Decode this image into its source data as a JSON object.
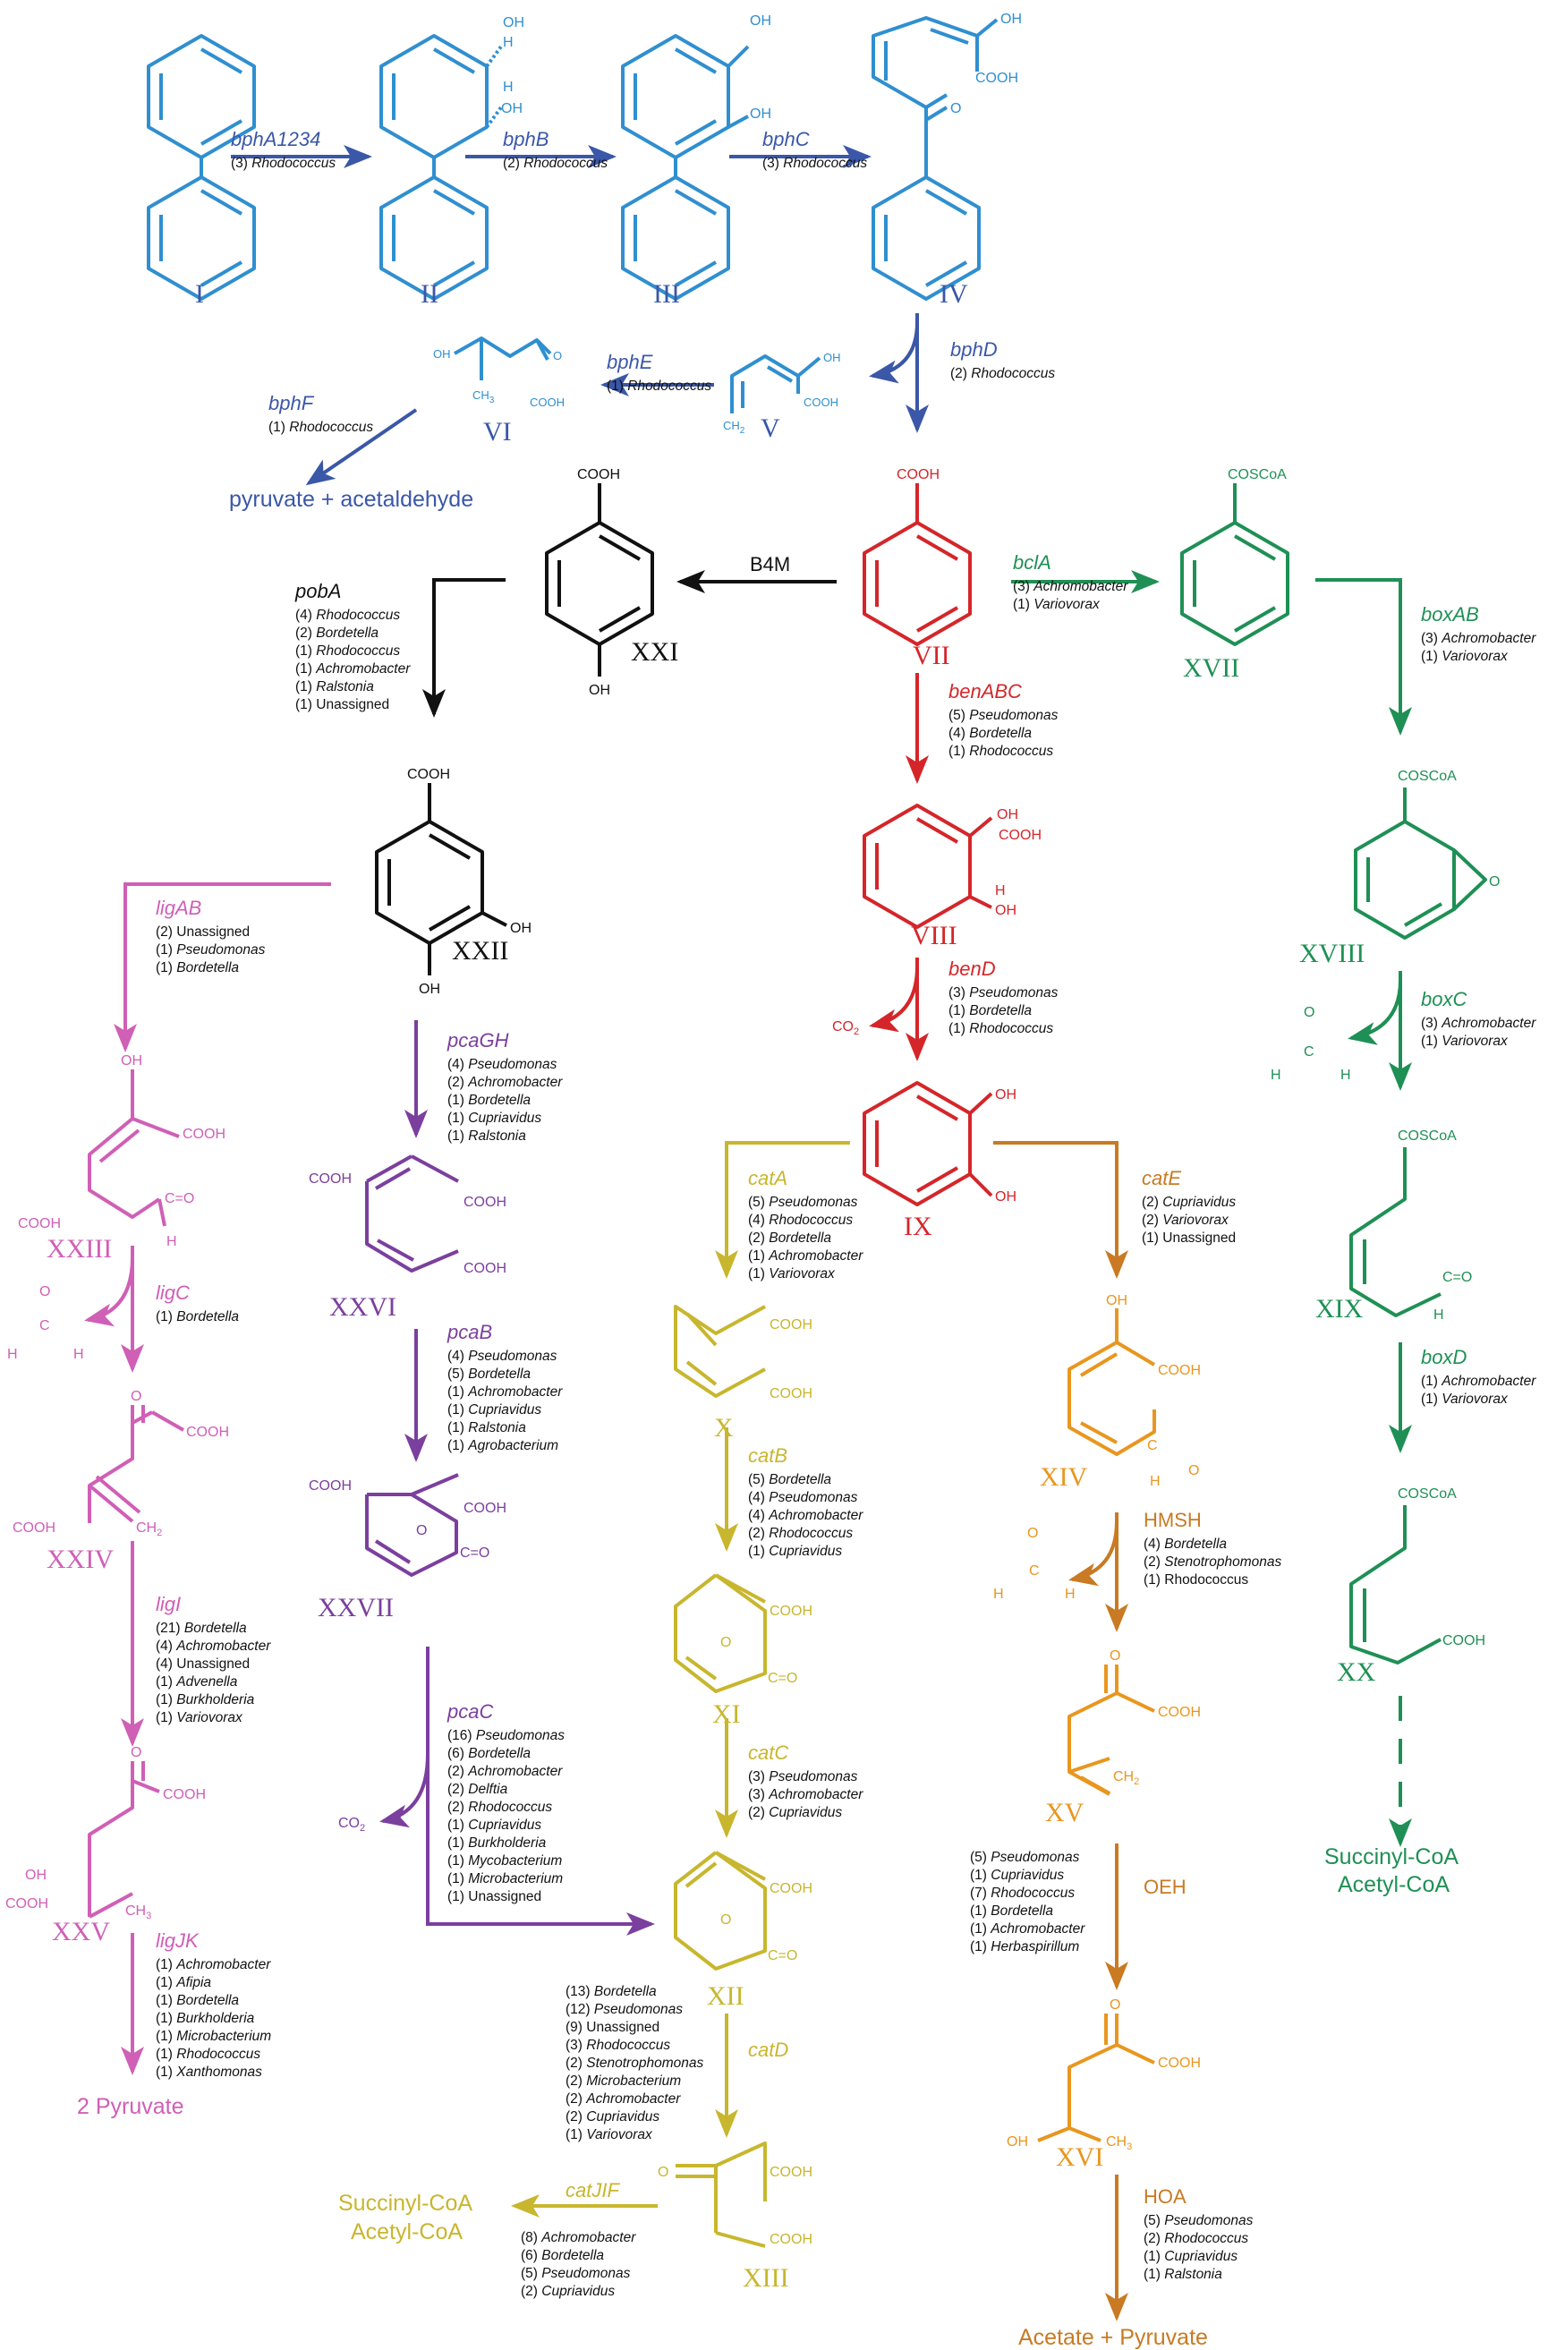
{
  "colors": {
    "blue": "#2f8fd0",
    "navy": "#3a57a8",
    "red": "#d4262a",
    "black": "#111111",
    "green": "#1f9055",
    "magenta": "#d05fb6",
    "purple": "#7b3f9e",
    "yellow": "#c8b62e",
    "orange": "#e9961f",
    "brown": "#c97a22"
  },
  "compounds": {
    "I": "I",
    "II": "II",
    "III": "III",
    "IV": "IV",
    "V": "V",
    "VI": "VI",
    "VII": "VII",
    "VIII": "VIII",
    "IX": "IX",
    "X": "X",
    "XI": "XI",
    "XII": "XII",
    "XIII": "XIII",
    "XIV": "XIV",
    "XV": "XV",
    "XVI": "XVI",
    "XVII": "XVII",
    "XVIII": "XVIII",
    "XIX": "XIX",
    "XX": "XX",
    "XXI": "XXI",
    "XXII": "XXII",
    "XXIII": "XXIII",
    "XXIV": "XXIV",
    "XXV": "XXV",
    "XXVI": "XXVI",
    "XXVII": "XXVII"
  },
  "groups": {
    "oh": "OH",
    "h": "H",
    "o": "O",
    "cooh": "COOH",
    "ch3": "CH",
    "ch2": "CH",
    "sub3": "3",
    "sub2": "2",
    "coscoa": "COSCoA",
    "co2": "CO",
    "ceq": "C",
    "coeq": "C=O"
  },
  "products": {
    "pyr_acet": "pyruvate + acetaldehyde",
    "succ_green_1": "Succinyl-CoA",
    "succ_green_2": "Acetyl-CoA",
    "two_pyruvate": "2 Pyruvate",
    "succ_yellow_1": "Succinyl-CoA",
    "succ_yellow_2": "Acetyl-CoA",
    "acetate_pyruvate": "Acetate + Pyruvate"
  },
  "reactions": {
    "bphA": {
      "gene": "bphA1234",
      "orgs": [
        [
          "(3) ",
          "Rhodococcus"
        ]
      ]
    },
    "bphB": {
      "gene": "bphB",
      "orgs": [
        [
          "(2) ",
          "Rhodococcus"
        ]
      ]
    },
    "bphC": {
      "gene": "bphC",
      "orgs": [
        [
          "(3) ",
          "Rhodococcus"
        ]
      ]
    },
    "bphD": {
      "gene": "bphD",
      "orgs": [
        [
          "(2) ",
          "Rhodococcus"
        ]
      ]
    },
    "bphE": {
      "gene": "bphE",
      "orgs": [
        [
          "(1) ",
          "Rhodococcus"
        ]
      ]
    },
    "bphF": {
      "gene": "bphF",
      "orgs": [
        [
          "(1) ",
          "Rhodococcus"
        ]
      ]
    },
    "b4m": {
      "gene": "B4M",
      "orgs": []
    },
    "bclA": {
      "gene": "bclA",
      "orgs": [
        [
          "(3) ",
          "Achromobacter"
        ],
        [
          "(1) ",
          "Variovorax"
        ]
      ]
    },
    "pobA": {
      "gene": "pobA",
      "orgs": [
        [
          "(4) ",
          "Rhodococcus"
        ],
        [
          "(2) ",
          "Bordetella"
        ],
        [
          "(1) ",
          "Rhodococcus"
        ],
        [
          "(1) ",
          "Achromobacter"
        ],
        [
          "(1) ",
          "Ralstonia"
        ],
        [
          "(1) Unassigned",
          ""
        ]
      ]
    },
    "benABC": {
      "gene": "benABC",
      "orgs": [
        [
          "(5) ",
          "Pseudomonas"
        ],
        [
          "(4) ",
          "Bordetella"
        ],
        [
          "(1) ",
          "Rhodococcus"
        ]
      ]
    },
    "boxAB": {
      "gene": "boxAB",
      "orgs": [
        [
          "(3) ",
          "Achromobacter"
        ],
        [
          "(1) ",
          "Variovorax"
        ]
      ]
    },
    "ligAB": {
      "gene": "ligAB",
      "orgs": [
        [
          "(2) Unassigned",
          ""
        ],
        [
          "(1) ",
          "Pseudomonas"
        ],
        [
          "(1) ",
          "Bordetella"
        ]
      ]
    },
    "benD": {
      "gene": "benD",
      "orgs": [
        [
          "(3) ",
          "Pseudomonas"
        ],
        [
          "(1) ",
          "Bordetella"
        ],
        [
          "(1) ",
          "Rhodococcus"
        ]
      ]
    },
    "boxC": {
      "gene": "boxC",
      "orgs": [
        [
          "(3) ",
          "Achromobacter"
        ],
        [
          "(1) ",
          "Variovorax"
        ]
      ]
    },
    "pcaGH": {
      "gene": "pcaGH",
      "orgs": [
        [
          "(4) ",
          "Pseudomonas"
        ],
        [
          "(2) ",
          "Achromobacter"
        ],
        [
          "(1) ",
          "Bordetella"
        ],
        [
          "(1) ",
          "Cupriavidus"
        ],
        [
          "(1) ",
          "Ralstonia"
        ]
      ]
    },
    "catA": {
      "gene": "catA",
      "orgs": [
        [
          "(5) ",
          "Pseudomonas"
        ],
        [
          "(4) ",
          "Rhodococcus"
        ],
        [
          "(2) ",
          "Bordetella"
        ],
        [
          "(1) ",
          "Achromobacter"
        ],
        [
          "(1) ",
          "Variovorax"
        ]
      ]
    },
    "catE": {
      "gene": "catE",
      "orgs": [
        [
          "(2) ",
          "Cupriavidus"
        ],
        [
          "(2) ",
          "Variovorax"
        ],
        [
          "(1) Unassigned",
          ""
        ]
      ]
    },
    "ligC": {
      "gene": "ligC",
      "orgs": [
        [
          "(1) ",
          "Bordetella"
        ]
      ]
    },
    "pcaB": {
      "gene": "pcaB",
      "orgs": [
        [
          "(4) ",
          "Pseudomonas"
        ],
        [
          "(5) ",
          "Bordetella"
        ],
        [
          "(1) ",
          "Achromobacter"
        ],
        [
          "(1) ",
          "Cupriavidus"
        ],
        [
          "(1) ",
          "Ralstonia"
        ],
        [
          "(1) ",
          "Agrobacterium"
        ]
      ]
    },
    "boxD": {
      "gene": "boxD",
      "orgs": [
        [
          "(1) ",
          "Achromobacter"
        ],
        [
          "(1) ",
          "Variovorax"
        ]
      ]
    },
    "catB": {
      "gene": "catB",
      "orgs": [
        [
          "(5) ",
          "Bordetella"
        ],
        [
          "(4) ",
          "Pseudomonas"
        ],
        [
          "(4) ",
          "Achromobacter"
        ],
        [
          "(2) ",
          "Rhodococcus"
        ],
        [
          "(1) ",
          "Cupriavidus"
        ]
      ]
    },
    "HMSH": {
      "gene": "HMSH",
      "orgs": [
        [
          "(4) ",
          "Bordetella"
        ],
        [
          "(2) ",
          "Stenotrophomonas"
        ],
        [
          "(1) Rhodococcus",
          ""
        ]
      ]
    },
    "ligI": {
      "gene": "ligI",
      "orgs": [
        [
          "(21) ",
          "Bordetella"
        ],
        [
          "(4) ",
          "Achromobacter"
        ],
        [
          "(4) Unassigned",
          ""
        ],
        [
          "(1) ",
          "Advenella"
        ],
        [
          "(1) ",
          "Burkholderia"
        ],
        [
          "(1) ",
          "Variovorax"
        ]
      ]
    },
    "pcaC": {
      "gene": "pcaC",
      "orgs": [
        [
          "(16) ",
          "Pseudomonas"
        ],
        [
          "(6) ",
          "Bordetella"
        ],
        [
          "(2) ",
          "Achromobacter"
        ],
        [
          "(2) ",
          "Delftia"
        ],
        [
          "(2) ",
          "Rhodococcus"
        ],
        [
          "(1) ",
          "Cupriavidus"
        ],
        [
          "(1) ",
          "Burkholderia"
        ],
        [
          "(1) ",
          "Mycobacterium"
        ],
        [
          "(1) ",
          "Microbacterium"
        ],
        [
          "(1) Unassigned",
          ""
        ]
      ]
    },
    "catC": {
      "gene": "catC",
      "orgs": [
        [
          "(3) ",
          "Pseudomonas"
        ],
        [
          "(3) ",
          "Achromobacter"
        ],
        [
          "(2) ",
          "Cupriavidus"
        ]
      ]
    },
    "OEH": {
      "gene": "OEH",
      "orgs": [
        [
          "(5) ",
          "Pseudomonas"
        ],
        [
          "(1) ",
          "Cupriavidus"
        ],
        [
          "(7) ",
          "Rhodococcus"
        ],
        [
          "(1) ",
          "Bordetella"
        ],
        [
          "(1) ",
          "Achromobacter"
        ],
        [
          "(1) ",
          "Herbaspirillum"
        ]
      ]
    },
    "ligJK": {
      "gene": "ligJK",
      "orgs": [
        [
          "(1) ",
          "Achromobacter"
        ],
        [
          "(1) ",
          "Afipia"
        ],
        [
          "(1) ",
          "Bordetella"
        ],
        [
          "(1) ",
          "Burkholderia"
        ],
        [
          "(1) ",
          "Microbacterium"
        ],
        [
          "(1) ",
          "Rhodococcus"
        ],
        [
          "(1) ",
          "Xanthomonas"
        ]
      ]
    },
    "catD": {
      "gene": "catD",
      "orgs": [
        [
          "(13) ",
          "Bordetella"
        ],
        [
          "(12) ",
          "Pseudomonas"
        ],
        [
          "(9) Unassigned",
          ""
        ],
        [
          "(3) ",
          "Rhodococcus"
        ],
        [
          "(2) ",
          "Stenotrophomonas"
        ],
        [
          "(2) ",
          "Microbacterium"
        ],
        [
          "(2) ",
          "Achromobacter"
        ],
        [
          "(2) ",
          "Cupriavidus"
        ],
        [
          "(1) ",
          "Variovorax"
        ]
      ]
    },
    "catJIF": {
      "gene": "catJIF",
      "orgs": [
        [
          "(8) ",
          "Achromobacter"
        ],
        [
          "(6) ",
          "Bordetella"
        ],
        [
          "(5) ",
          "Pseudomonas"
        ],
        [
          "(2) ",
          "Cupriavidus"
        ]
      ]
    },
    "HOA": {
      "gene": "HOA",
      "orgs": [
        [
          "(5) ",
          "Pseudomonas"
        ],
        [
          "(2) ",
          "Rhodococcus"
        ],
        [
          "(1) ",
          "Cupriavidus"
        ],
        [
          "(1) ",
          "Ralstonia"
        ]
      ]
    }
  }
}
